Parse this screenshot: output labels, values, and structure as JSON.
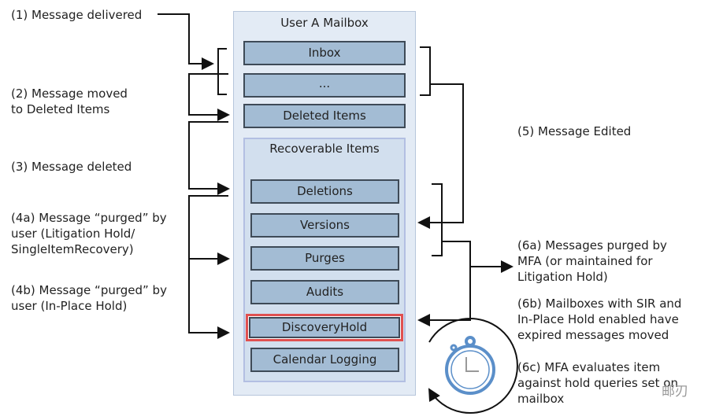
{
  "mailbox": {
    "title": "User A Mailbox",
    "folders": [
      "Inbox",
      "...",
      "Deleted Items"
    ],
    "recoverable": {
      "title": "Recoverable Items",
      "items": [
        "Deletions",
        "Versions",
        "Purges",
        "Audits",
        "DiscoveryHold",
        "Calendar Logging"
      ],
      "highlighted": "DiscoveryHold",
      "highlight_color": "#e05050"
    }
  },
  "steps": {
    "s1": "(1) Message delivered",
    "s2": [
      "(2) Message moved",
      "to Deleted Items"
    ],
    "s3": "(3) Message deleted",
    "s4a": [
      "(4a) Message “purged” by",
      "user (Litigation Hold/",
      "SingleItemRecovery)"
    ],
    "s4b": [
      "(4b) Message “purged” by",
      "user (In-Place Hold)"
    ],
    "s5": "(5) Message Edited",
    "s6a": [
      "(6a) Messages purged by",
      "MFA (or maintained for",
      "Litigation Hold)"
    ],
    "s6b": [
      "(6b) Mailboxes with SIR and",
      "In-Place Hold enabled have",
      "expired messages moved"
    ],
    "s6c": [
      "(6c) MFA evaluates item",
      "against hold queries set on",
      "mailbox"
    ]
  },
  "icons": {
    "timer": "stopwatch-icon",
    "cycle": "circular-arrow-icon"
  },
  "watermark": "邮刃"
}
